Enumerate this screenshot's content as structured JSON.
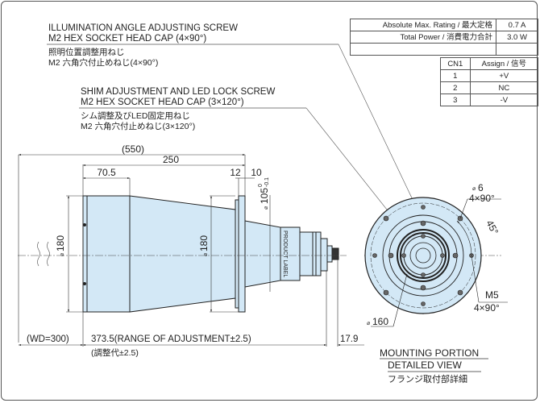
{
  "rating_table": {
    "rows": [
      {
        "label": "Absolute Max. Rating / 最大定格",
        "value": "0.7 A"
      },
      {
        "label": "Total Power / 消費電力合計",
        "value": "3.0 W"
      },
      {
        "label": "",
        "value": ""
      }
    ]
  },
  "pin_table": {
    "headers": [
      "CN1",
      "Assign / 信号"
    ],
    "rows": [
      {
        "pin": "1",
        "assign": "+V"
      },
      {
        "pin": "2",
        "assign": "NC"
      },
      {
        "pin": "3",
        "assign": "-V"
      }
    ]
  },
  "notes": {
    "illumination_screw": {
      "en_line1": "ILLUMINATION ANGLE ADJUSTING SCREW",
      "en_line2": "M2 HEX SOCKET HEAD CAP (4×90°)",
      "jp_line1": "照明位置調整用ねじ",
      "jp_line2": "M2 六角穴付止めねじ(4×90°)"
    },
    "shim_screw": {
      "en_line1": "SHIM ADJUSTMENT AND LED LOCK SCREW",
      "en_line2": "M2 HEX SOCKET HEAD CAP (3×120°)",
      "jp_line1": "シム調整及びLED固定用ねじ",
      "jp_line2": "M2 六角穴付止めねじ(3×120°)"
    }
  },
  "dimensions": {
    "total_length": "(550)",
    "body_length": "250",
    "front_length": "70.5",
    "flange_12": "12",
    "flange_10": "10",
    "rear_dia": "105",
    "rear_dia_tol_upper": "0",
    "rear_dia_tol_lower": "-0.1",
    "front_dia": "180",
    "body_dia": "180",
    "dia_symbol": "⌀",
    "wd": "(WD=300)",
    "adjust_range": "373.5(RANGE OF ADJUSTMENT±2.5)",
    "adjust_range_jp": "(調整代±2.5)",
    "connector_len": "17.9",
    "product_label": "PRODUCT LABEL"
  },
  "mounting_view": {
    "hole_dia": "6",
    "hole_pattern": "4×90°",
    "angle": "45°",
    "thread": "M5",
    "thread_pattern": "4×90°",
    "pcd": "160",
    "title_line1": "MOUNTING PORTION",
    "title_line2": "DETAILED VIEW",
    "title_jp": "フランジ取付部詳細"
  },
  "colors": {
    "body_fill": "#d3e8f6",
    "line": "#222222"
  }
}
